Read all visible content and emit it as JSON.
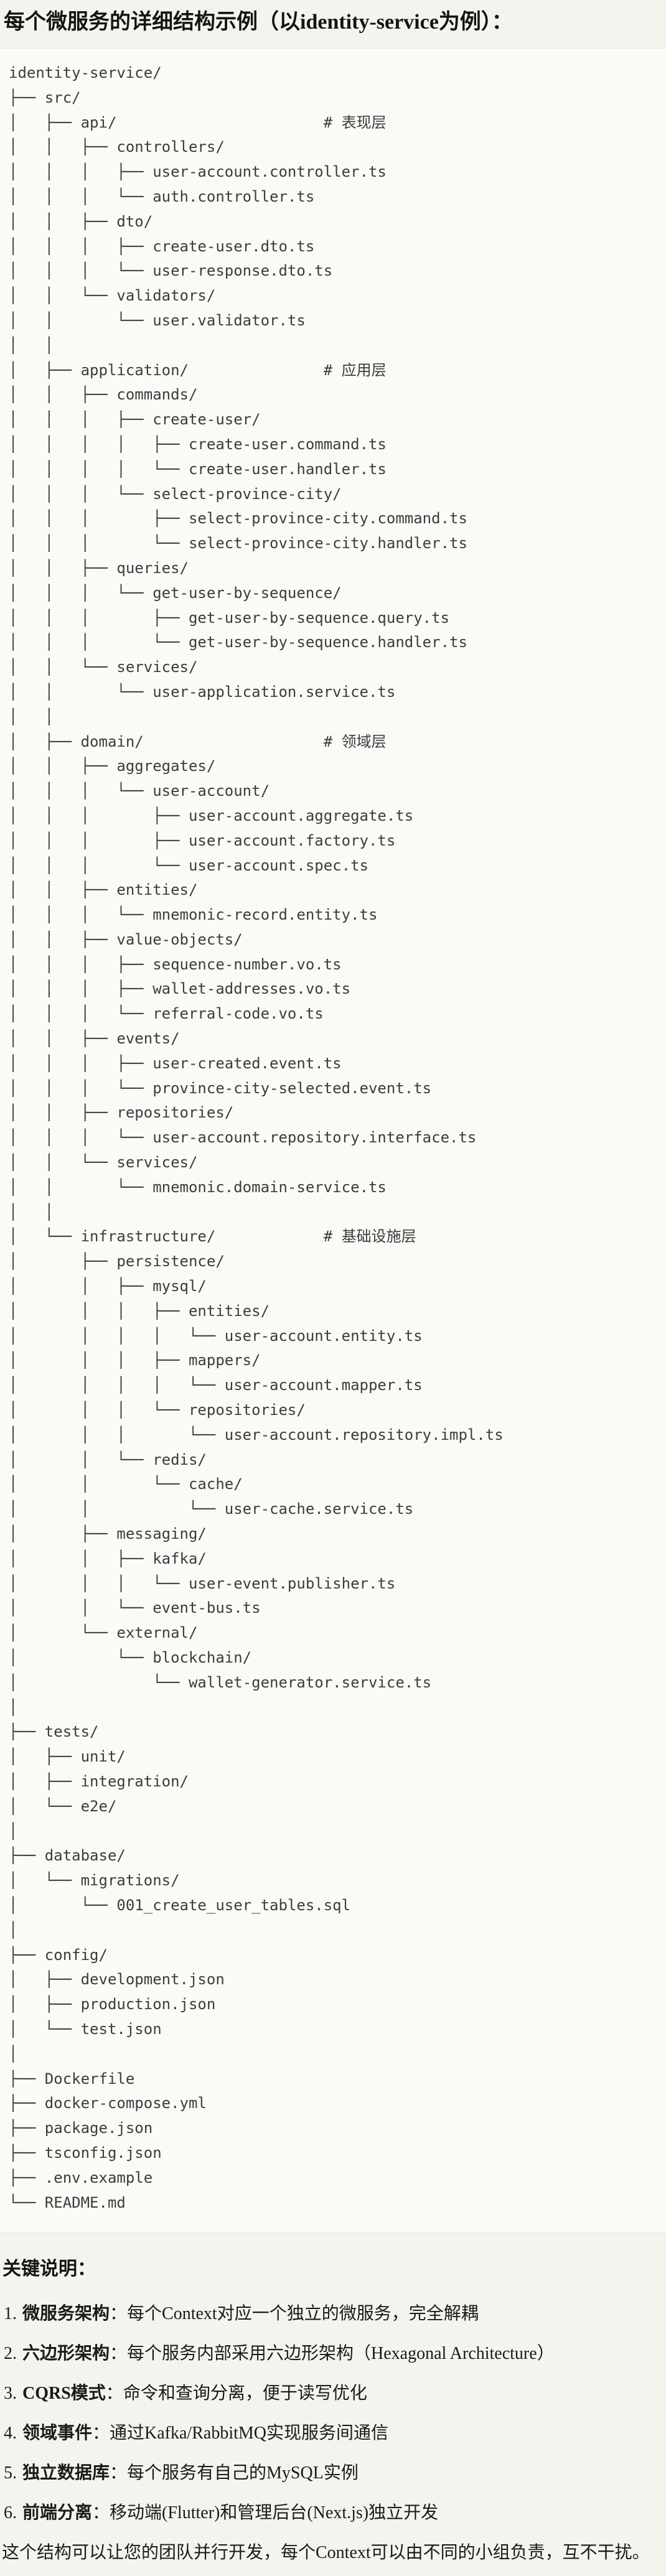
{
  "page": {
    "title": "每个微服务的详细结构示例（以identity-service为例）：",
    "closing": "这个结构可以让您的团队并行开发，每个Context可以由不同的小组负责，互不干扰。"
  },
  "code_block": {
    "lines": [
      "identity-service/",
      "├── src/",
      "│   ├── api/                       # 表现层",
      "│   │   ├── controllers/",
      "│   │   │   ├── user-account.controller.ts",
      "│   │   │   └── auth.controller.ts",
      "│   │   ├── dto/",
      "│   │   │   ├── create-user.dto.ts",
      "│   │   │   └── user-response.dto.ts",
      "│   │   └── validators/",
      "│   │       └── user.validator.ts",
      "│   │",
      "│   ├── application/               # 应用层",
      "│   │   ├── commands/",
      "│   │   │   ├── create-user/",
      "│   │   │   │   ├── create-user.command.ts",
      "│   │   │   │   └── create-user.handler.ts",
      "│   │   │   └── select-province-city/",
      "│   │   │       ├── select-province-city.command.ts",
      "│   │   │       └── select-province-city.handler.ts",
      "│   │   ├── queries/",
      "│   │   │   └── get-user-by-sequence/",
      "│   │   │       ├── get-user-by-sequence.query.ts",
      "│   │   │       └── get-user-by-sequence.handler.ts",
      "│   │   └── services/",
      "│   │       └── user-application.service.ts",
      "│   │",
      "│   ├── domain/                    # 领域层",
      "│   │   ├── aggregates/",
      "│   │   │   └── user-account/",
      "│   │   │       ├── user-account.aggregate.ts",
      "│   │   │       ├── user-account.factory.ts",
      "│   │   │       └── user-account.spec.ts",
      "│   │   ├── entities/",
      "│   │   │   └── mnemonic-record.entity.ts",
      "│   │   ├── value-objects/",
      "│   │   │   ├── sequence-number.vo.ts",
      "│   │   │   ├── wallet-addresses.vo.ts",
      "│   │   │   └── referral-code.vo.ts",
      "│   │   ├── events/",
      "│   │   │   ├── user-created.event.ts",
      "│   │   │   └── province-city-selected.event.ts",
      "│   │   ├── repositories/",
      "│   │   │   └── user-account.repository.interface.ts",
      "│   │   └── services/",
      "│   │       └── mnemonic.domain-service.ts",
      "│   │",
      "│   └── infrastructure/            # 基础设施层",
      "│       ├── persistence/",
      "│       │   ├── mysql/",
      "│       │   │   ├── entities/",
      "│       │   │   │   └── user-account.entity.ts",
      "│       │   │   ├── mappers/",
      "│       │   │   │   └── user-account.mapper.ts",
      "│       │   │   └── repositories/",
      "│       │   │       └── user-account.repository.impl.ts",
      "│       │   └── redis/",
      "│       │       └── cache/",
      "│       │           └── user-cache.service.ts",
      "│       ├── messaging/",
      "│       │   ├── kafka/",
      "│       │   │   └── user-event.publisher.ts",
      "│       │   └── event-bus.ts",
      "│       └── external/",
      "│           └── blockchain/",
      "│               └── wallet-generator.service.ts",
      "│",
      "├── tests/",
      "│   ├── unit/",
      "│   ├── integration/",
      "│   └── e2e/",
      "│",
      "├── database/",
      "│   └── migrations/",
      "│       └── 001_create_user_tables.sql",
      "│",
      "├── config/",
      "│   ├── development.json",
      "│   ├── production.json",
      "│   └── test.json",
      "│",
      "├── Dockerfile",
      "├── docker-compose.yml",
      "├── package.json",
      "├── tsconfig.json",
      "├── .env.example",
      "└── README.md"
    ]
  },
  "key_points": {
    "heading": "关键说明：",
    "items": [
      {
        "num": "1.",
        "label": "微服务架构",
        "sep": "：",
        "text": "每个Context对应一个独立的微服务，完全解耦"
      },
      {
        "num": "2.",
        "label": "六边形架构",
        "sep": "：",
        "text": "每个服务内部采用六边形架构（Hexagonal Architecture）"
      },
      {
        "num": "3.",
        "label": "CQRS模式",
        "sep": "：",
        "text": "命令和查询分离，便于读写优化"
      },
      {
        "num": "4.",
        "label": "领域事件",
        "sep": "：",
        "text": "通过Kafka/RabbitMQ实现服务间通信"
      },
      {
        "num": "5.",
        "label": "独立数据库",
        "sep": "：",
        "text": "每个服务有自己的MySQL实例"
      },
      {
        "num": "6.",
        "label": "前端分离",
        "sep": "：",
        "text": "移动端(Flutter)和管理后台(Next.js)独立开发"
      }
    ]
  },
  "colors": {
    "page_background": "#F4F3EE",
    "code_background": "#FBFAF6",
    "code_border": "#E7E5DC",
    "code_text": "#3B3C3E",
    "body_text": "#16150F"
  }
}
